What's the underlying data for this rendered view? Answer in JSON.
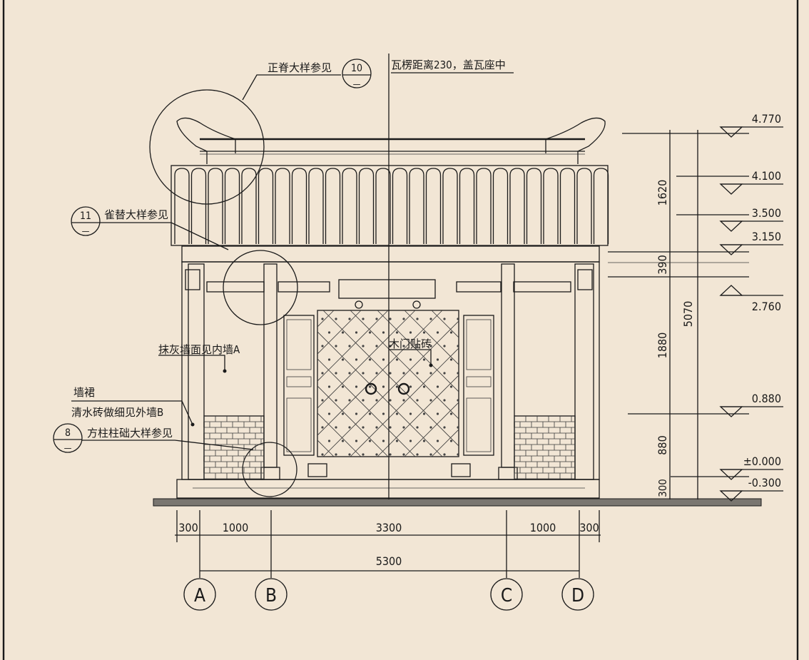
{
  "annotations": {
    "ridge_detail": "正脊大样参见",
    "ridge_detail_ref": "10",
    "tile_spacing": "瓦楞距离230，盖瓦座中",
    "bracket_detail": "雀替大样参见",
    "bracket_detail_ref": "11",
    "plaster_wall": "抹灰墙面见内墙A",
    "wall_skirt": "墙裙",
    "brick_wall": "清水砖做细见外墙B",
    "column_base_detail": "方柱柱础大样参见",
    "column_base_ref": "8",
    "door_tile": "木门贴砖",
    "ref_sheet_mark": "—"
  },
  "horizontal_dims": {
    "segments": [
      "300",
      "1000",
      "3300",
      "1000",
      "300"
    ],
    "total": "5300"
  },
  "axes": [
    "A",
    "B",
    "C",
    "D"
  ],
  "vertical_dims": {
    "segments": [
      "1620",
      "390",
      "1880",
      "880",
      "300"
    ],
    "total": "5070"
  },
  "levels": [
    "4.770",
    "4.100",
    "3.500",
    "3.150",
    "2.760",
    "0.880",
    "±0.000",
    "-0.300"
  ],
  "colors": {
    "paper": "#f2e6d5",
    "ink": "#1a1a1a",
    "ground": "#7a7670"
  }
}
